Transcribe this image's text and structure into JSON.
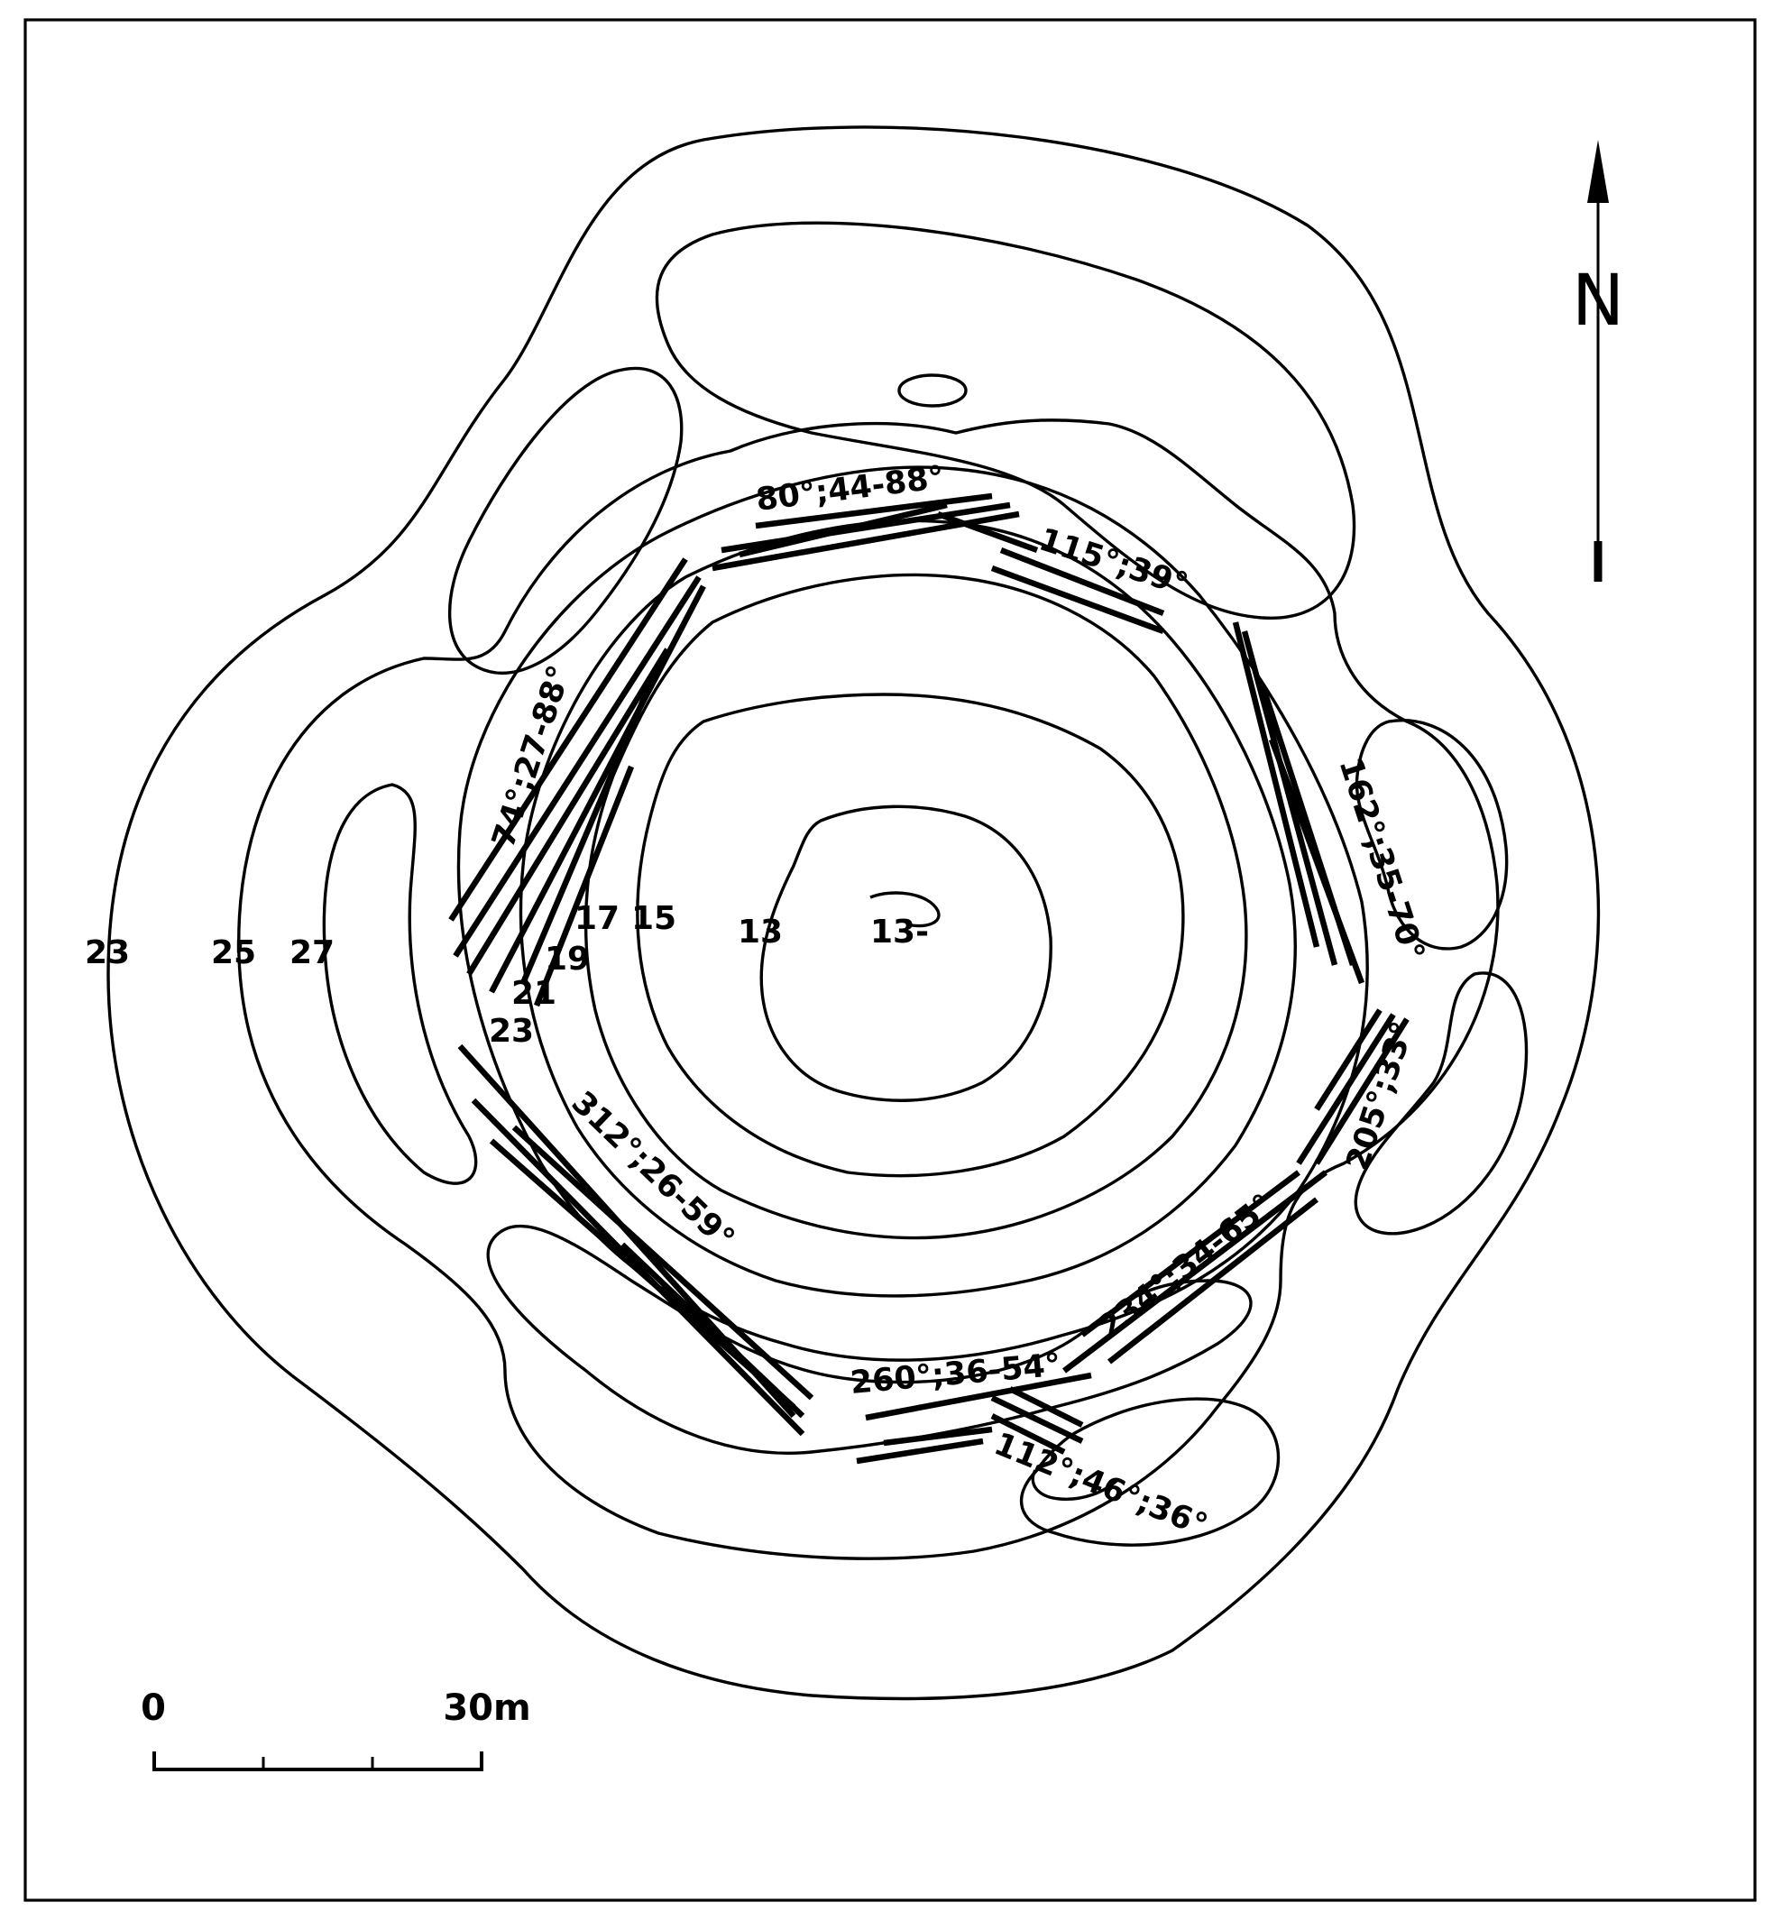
{
  "contour_labels": {
    "c23_outer": "23",
    "c25": "25",
    "c27": "27",
    "c23_inner": "23",
    "c21": "21",
    "c19": "19",
    "c17": "17",
    "c15": "15",
    "c13": "13",
    "c13_center": "13-"
  },
  "orientation_labels": {
    "o1": "80°;44-88°",
    "o2": "115°;39°",
    "o3": "162°;35-70°",
    "o4": "205°;33°",
    "o5": "234°;34-65°",
    "o6": "260°;36-54°",
    "o7": "112°;46°;36°",
    "o8": "312°;26-59°",
    "o9": "74°;27-88°"
  },
  "north_arrow": {
    "label": "N"
  },
  "scale_bar": {
    "start_label": "0",
    "end_label": "30m"
  }
}
